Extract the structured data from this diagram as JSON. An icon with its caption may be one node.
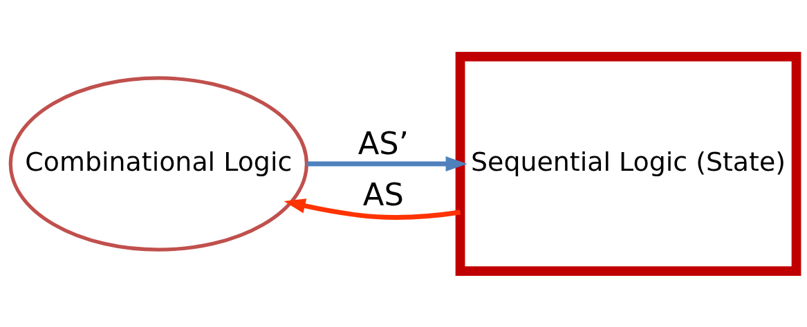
{
  "diagram": {
    "nodes": [
      {
        "text": [
          "Combinational Logic"
        ]
      },
      {
        "text": [
          "Sequential Logic (State)"
        ]
      }
    ],
    "edges": [
      {
        "from": 0,
        "to": 1,
        "arrow": "to",
        "label": "AS’",
        "color": "#4f81bd"
      },
      {
        "from": 1,
        "to": 0,
        "arrow": "to",
        "label": "AS",
        "color": "#ff3300"
      }
    ]
  }
}
